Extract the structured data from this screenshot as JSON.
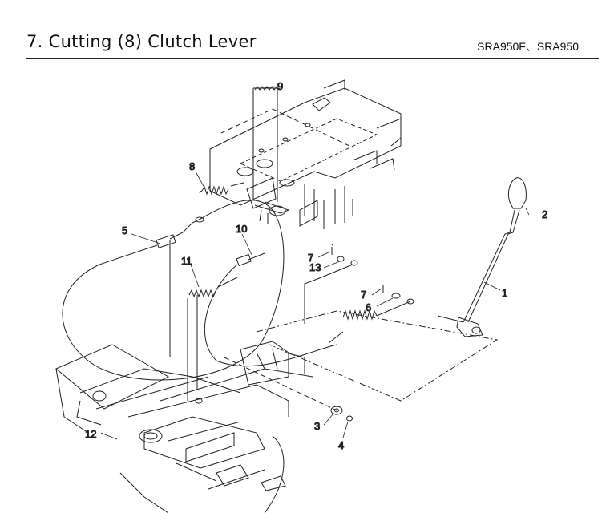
{
  "header": {
    "title": "7. Cutting (8) Clutch Lever",
    "models": "SRA950F、SRA950"
  },
  "callouts": [
    "1",
    "2",
    "3",
    "4",
    "5",
    "6",
    "7",
    "7",
    "8",
    "9",
    "10",
    "11",
    "12",
    "13"
  ]
}
